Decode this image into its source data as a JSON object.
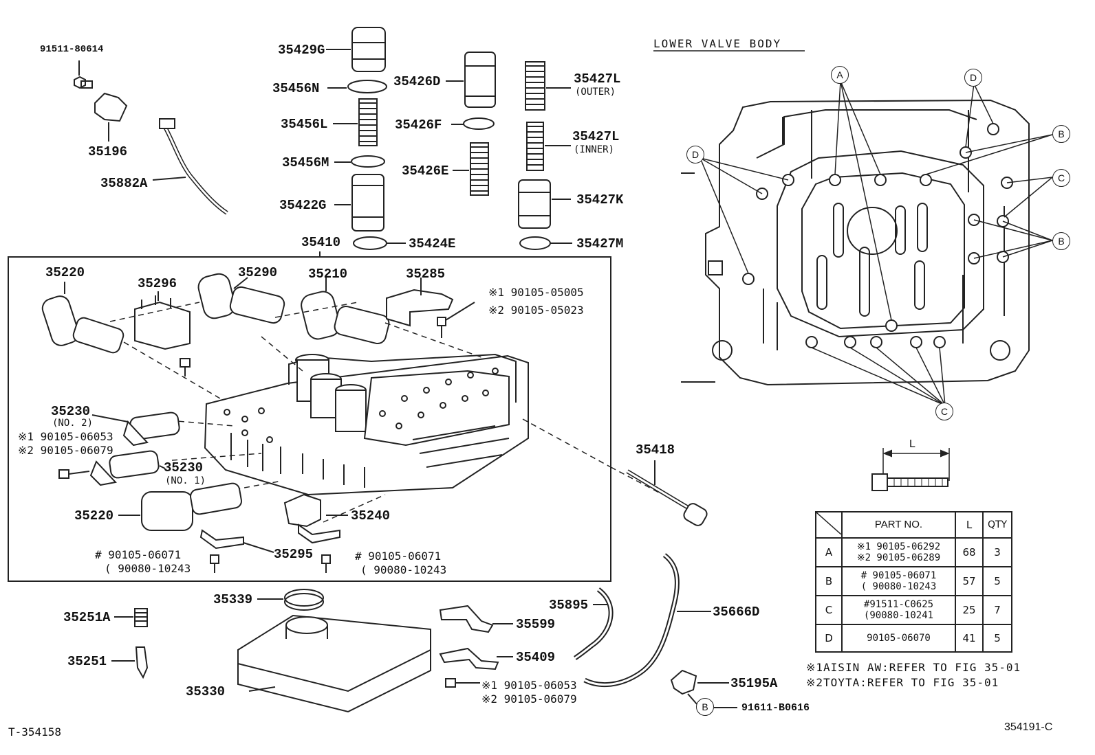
{
  "parts": {
    "p91511_80614": "91511-80614",
    "p35196": "35196",
    "p35882A": "35882A",
    "p35429G": "35429G",
    "p35456N": "35456N",
    "p35456L": "35456L",
    "p35456M": "35456M",
    "p35422G": "35422G",
    "p35426D": "35426D",
    "p35426F": "35426F",
    "p35426E": "35426E",
    "p35424E": "35424E",
    "p35427L_outer": "35427L",
    "outer": "(OUTER)",
    "p35427L_inner": "35427L",
    "inner": "(INNER)",
    "p35427K": "35427K",
    "p35427M": "35427M",
    "p35410": "35410",
    "p35220a": "35220",
    "p35296": "35296",
    "p35290": "35290",
    "p35210": "35210",
    "p35285": "35285",
    "bolt1_a": "※1 90105-05005",
    "bolt1_b": "※2 90105-05023",
    "p35230_2": "35230",
    "no2": "(NO. 2)",
    "bolt2_a": "※1 90105-06053",
    "bolt2_b": "※2 90105-06079",
    "p35230_1": "35230",
    "no1": "(NO. 1)",
    "p35220b": "35220",
    "p35240": "35240",
    "p35295": "35295",
    "bolt3_a": "# 90105-06071",
    "bolt3_b": "( 90080-10243",
    "bolt4_a": "# 90105-06071",
    "bolt4_b": "( 90080-10243",
    "p35418": "35418",
    "p35339": "35339",
    "p35251A": "35251A",
    "p35251": "35251",
    "p35330": "35330",
    "p35599": "35599",
    "p35409": "35409",
    "bolt5_a": "※1 90105-06053",
    "bolt5_b": "※2 90105-06079",
    "p35895": "35895",
    "p35666D": "35666D",
    "p35195A": "35195A",
    "p91611": "91611-B0616",
    "circB": "B"
  },
  "lower_title": "LOWER VALVE BODY",
  "callouts": {
    "A": "A",
    "B": "B",
    "C": "C",
    "D": "D"
  },
  "L_label": "L",
  "table": {
    "headers": [
      "PART NO.",
      "L",
      "QTY"
    ],
    "rows": [
      {
        "key": "A",
        "part1": "※1 90105-06292",
        "part2": "※2 90105-06289",
        "L": "68",
        "qty": "3"
      },
      {
        "key": "B",
        "part1": "# 90105-06071",
        "part2": "( 90080-10243",
        "L": "57",
        "qty": "5"
      },
      {
        "key": "C",
        "part1": "#91511-C0625",
        "part2": "(90080-10241",
        "L": "25",
        "qty": "7"
      },
      {
        "key": "D",
        "part1": "90105-06070",
        "part2": "",
        "L": "41",
        "qty": "5"
      }
    ]
  },
  "notes": {
    "n1": "※1AISIN AW:REFER TO FIG 35-01",
    "n2": "※2TOYTA:REFER TO FIG 35-01"
  },
  "footer": {
    "left": "T-354158",
    "right": "354191-C"
  }
}
